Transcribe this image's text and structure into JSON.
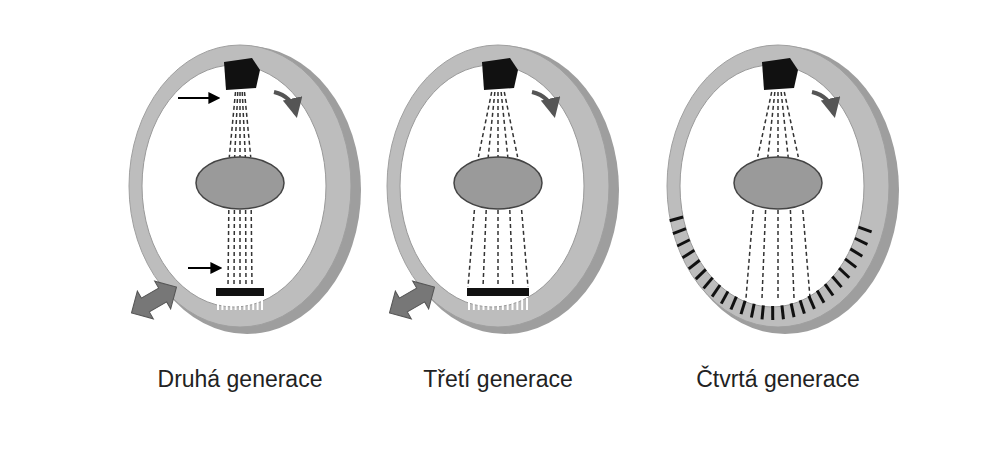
{
  "diagram": {
    "labels": [
      "Druhá generace",
      "Třetí generace",
      "Čtvrtá generace"
    ]
  }
}
